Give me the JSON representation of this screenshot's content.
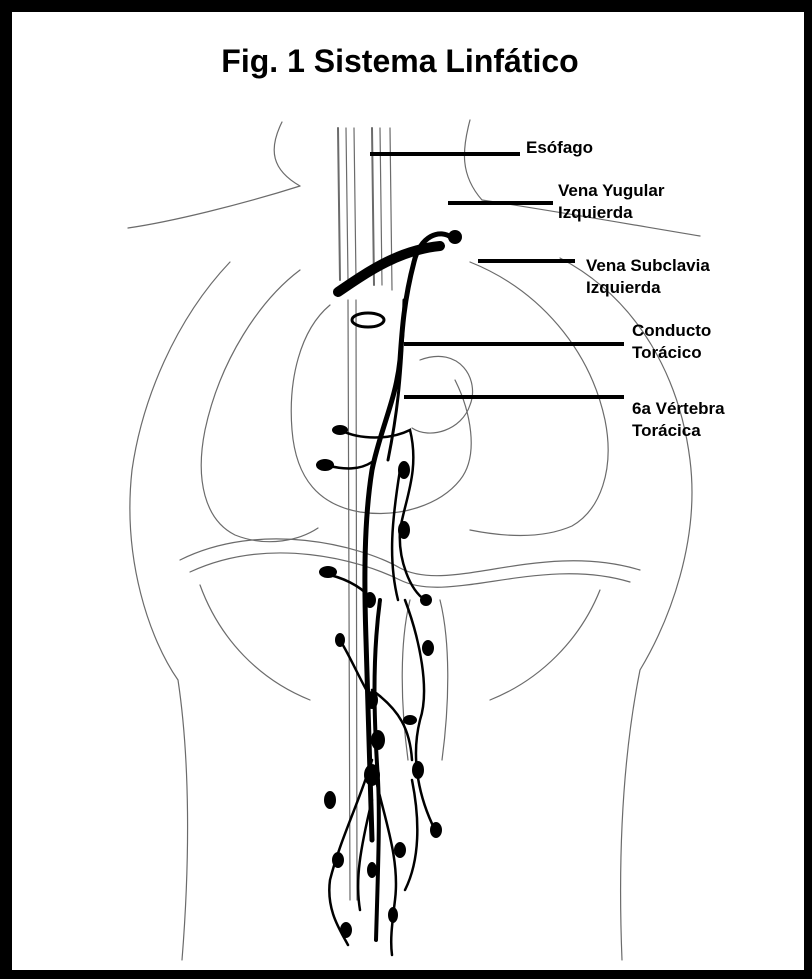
{
  "title": "Fig. 1 Sistema Linfático",
  "labels": {
    "esofago": [
      "Esófago"
    ],
    "yugular": [
      "Vena Yugular",
      "Izquierda"
    ],
    "subclavia": [
      "Vena Subclavia",
      "Izquierda"
    ],
    "conducto": [
      "Conducto",
      "Torácico"
    ],
    "vertebra": [
      "6a Vértebra",
      "Torácica"
    ]
  },
  "colors": {
    "ink": "#000000",
    "background": "#ffffff",
    "sketch": "#6b6b6b"
  }
}
